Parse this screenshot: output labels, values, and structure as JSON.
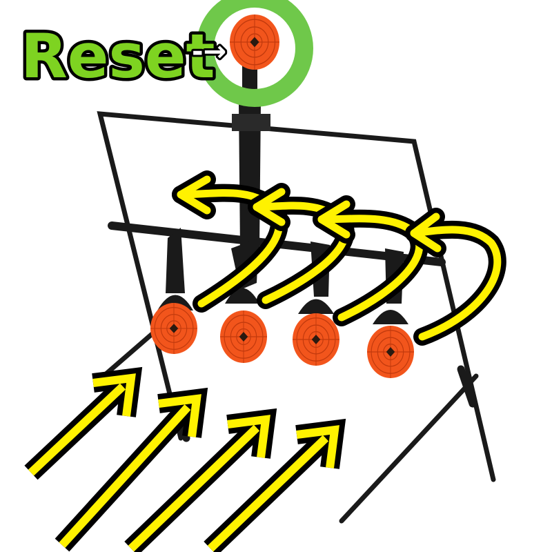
{
  "annotation": {
    "reset_label": "Reset",
    "pointer": "-→"
  },
  "colors": {
    "label_fill": "#7ed321",
    "reset_ring": "#6fc84a",
    "arrow_fill": "#fff200",
    "outline": "#000000",
    "target_face": "#f2551c",
    "frame": "#1a1a1a"
  },
  "icons": {
    "targets": "paddle-target-icon",
    "reset_target": "reset-target-icon",
    "shot_arrows": "up-right-arrow-icon",
    "return_arrows": "curved-left-arrow-icon"
  },
  "targets": [
    {
      "id": "target-1"
    },
    {
      "id": "target-2"
    },
    {
      "id": "target-3"
    },
    {
      "id": "target-4"
    }
  ]
}
